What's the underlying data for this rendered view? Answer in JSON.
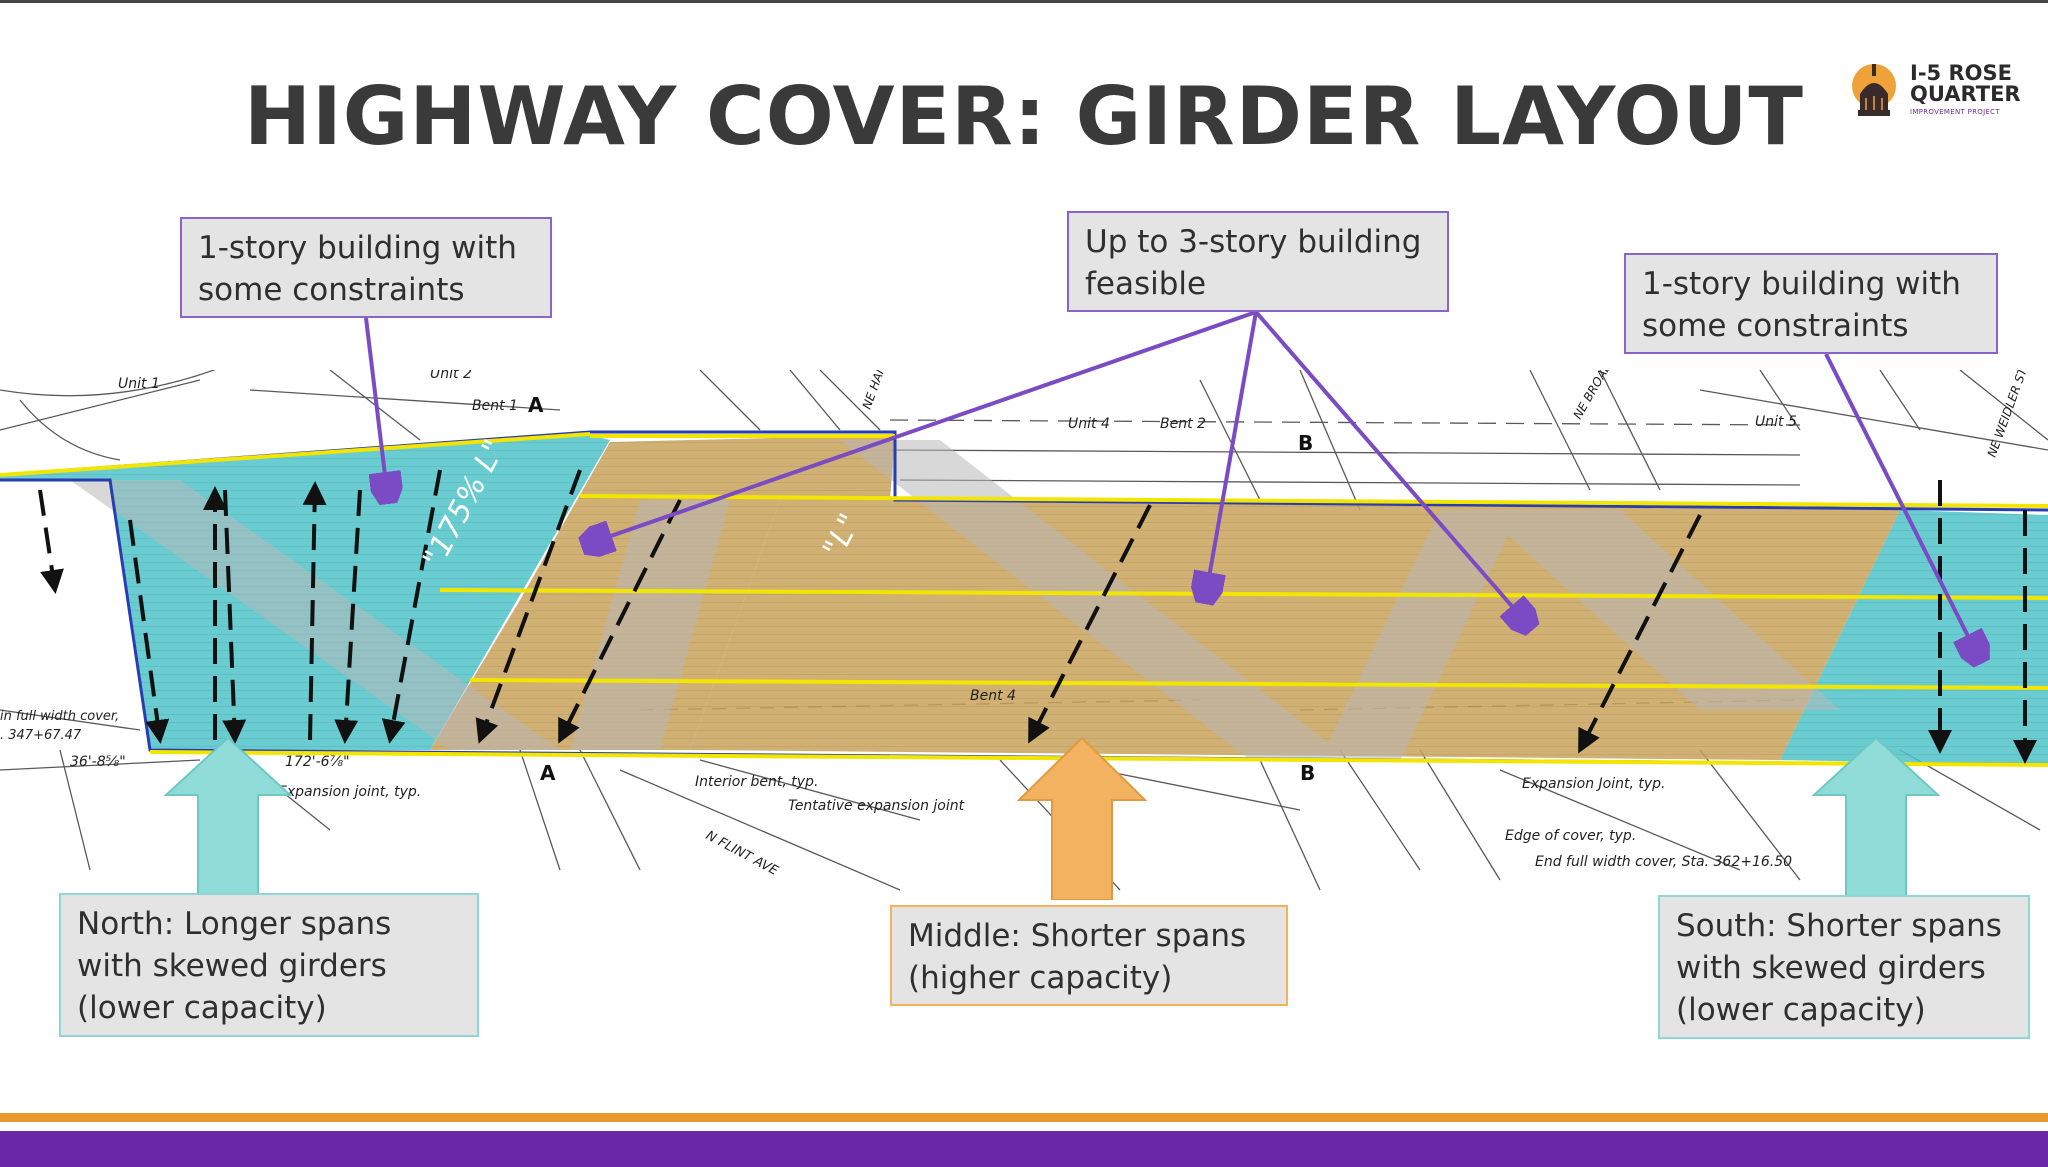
{
  "slide": {
    "title": "HIGHWAY COVER: GIRDER LAYOUT",
    "logo": {
      "line1": "I-5 ROSE",
      "line2": "QUARTER",
      "line3": "IMPROVEMENT PROJECT"
    },
    "colors": {
      "teal_zone": "#4fc3c8",
      "tan_zone": "#c9a25a",
      "callout_border_purple": "#8b64c9",
      "callout_border_teal": "#8fd6d4",
      "callout_border_orange": "#f2b35b",
      "arrow_purple": "#7b4bc4",
      "arrow_teal": "#8fdcd8",
      "arrow_orange": "#f2b25f",
      "band_orange": "#e89a2e",
      "band_purple": "#6a2aa8"
    }
  },
  "callouts": {
    "north_top": "1-story building with some constraints",
    "middle_top": "Up to 3-story building feasible",
    "south_top": "1-story building with some constraints",
    "north_bottom": "North: Longer spans with skewed girders (lower capacity)",
    "middle_bottom": "Middle: Shorter spans (higher capacity)",
    "south_bottom": "South: Shorter spans with skewed girders (lower capacity)"
  },
  "plan_labels": {
    "unit1": "Unit 1",
    "unit2": "Unit 2",
    "unit4": "Unit 4",
    "unit5": "Unit 5",
    "bent1": "Bent 1",
    "bent2": "Bent 2",
    "bent4": "Bent 4",
    "section_a": "A",
    "section_b": "B",
    "ne_hancock": "NE HANC",
    "ne_broadway": "NE BROADW",
    "ne_weidler": "NE WEIDLER ST",
    "n_flint": "N FLINT AVE",
    "pct_l": "\"175% L\"",
    "l_label": "\"L\"",
    "dim1": "36'-8⅝\"",
    "dim2": "172'-6⅞\"",
    "begin_cover": "in full width cover,",
    "begin_sta": ". 347+67.47",
    "expansion_joint": "Expansion joint, typ.",
    "interior_bent": "Interior bent, typ.",
    "tentative_joint": "Tentative expansion joint",
    "expansion_joint_2": "Expansion Joint, typ.",
    "edge_cover": "Edge of cover, typ.",
    "end_cover": "End full width cover, Sta. 362+16.50"
  }
}
